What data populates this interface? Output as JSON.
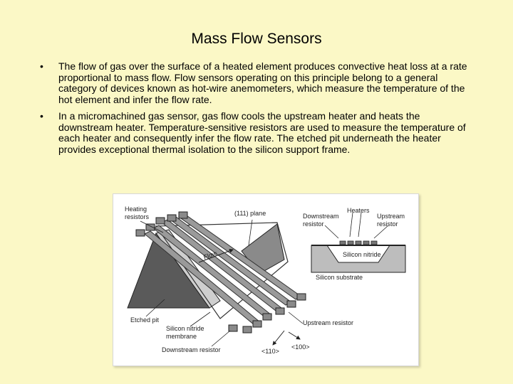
{
  "title": "Mass Flow Sensors",
  "bullets": [
    {
      "mark": "•",
      "text": "The flow of gas over the surface of a heated element produces convective heat loss at a rate proportional to mass flow. Flow sensors operating on this principle belong to a general category of devices known as hot-wire anemometers, which measure the temperature of the hot element and infer the flow rate."
    },
    {
      "mark": "•",
      "text": "In a micromachined gas sensor, gas flow cools the upstream heater and heats the downstream heater. Temperature-sensitive resistors are used to measure the temperature of each heater and consequently infer the flow rate. The etched pit underneath the heater provides exceptional thermal isolation to the silicon support frame."
    }
  ],
  "figure": {
    "heating_resistors": [
      "Heating",
      "resistors"
    ],
    "plane_111": "(111) plane",
    "flow": "Flow",
    "etched_pit": "Etched pit",
    "silicon_nitride_membrane": [
      "Silicon nitride",
      "membrane"
    ],
    "downstream_resistor_bottom": "Downstream resistor",
    "upstream_resistor_bottom": "Upstream resistor",
    "dir_110": "<110>",
    "dir_100": "<100>",
    "downstream_resistor_top": [
      "Downstream",
      "resistor"
    ],
    "heaters": "Heaters",
    "upstream_resistor_top": [
      "Upstream",
      "resistor"
    ],
    "silicon_nitride": "Silicon nitride",
    "silicon_substrate": "Silicon substrate"
  }
}
